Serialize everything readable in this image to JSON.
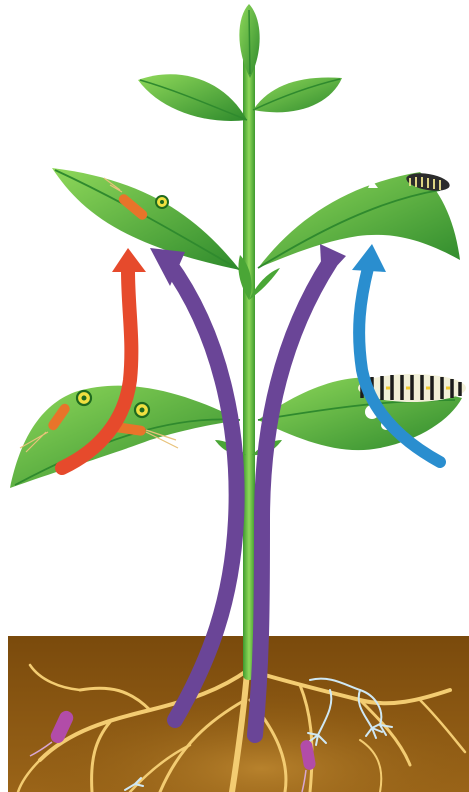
{
  "diagram": {
    "description_labels": [],
    "colors": {
      "background": "#ffffff",
      "soil": "#8a5a12",
      "soil_dark": "#6f4508",
      "root": "#f0c86a",
      "stem": "#55b13a",
      "leaf_light": "#7fcf4e",
      "leaf_dark": "#2f8a2e",
      "arrow_red": "#e64a2c",
      "arrow_purple": "#6a4597",
      "arrow_blue": "#2a8ecf",
      "bacterium": "#e8742a",
      "caterpillar": "#2c2c2c"
    },
    "icons": [
      "plant",
      "leaf",
      "bacterium",
      "caterpillar",
      "root",
      "mycorrhiza",
      "arrow"
    ]
  }
}
